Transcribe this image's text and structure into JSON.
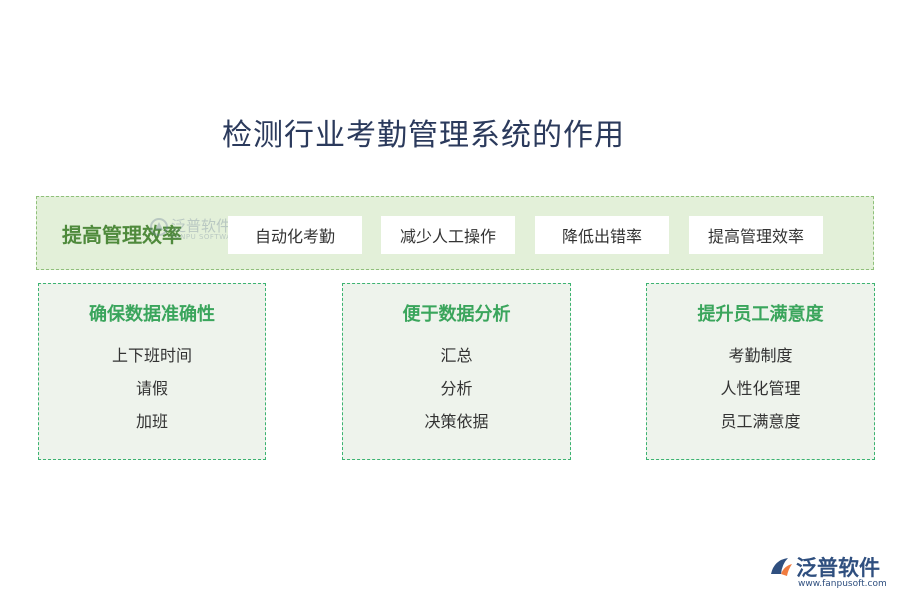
{
  "title": "检测行业考勤管理系统的作用",
  "top_band": {
    "label": "提高管理效率",
    "watermark": {
      "cn": "泛普软件",
      "en": "FANPU SOFTWARE"
    },
    "chips": [
      "自动化考勤",
      "减少人工操作",
      "降低出错率",
      "提高管理效率"
    ]
  },
  "boxes": [
    {
      "title": "确保数据准确性",
      "items": [
        "上下班时间",
        "请假",
        "加班"
      ]
    },
    {
      "title": "便于数据分析",
      "items": [
        "汇总",
        "分析",
        "决策依据"
      ]
    },
    {
      "title": "提升员工满意度",
      "items": [
        "考勤制度",
        "人性化管理",
        "员工满意度"
      ]
    }
  ],
  "logo": {
    "name": "泛普软件",
    "url": "www.fanpusoft.com",
    "icon": "fanpu-logo-icon"
  },
  "colors": {
    "title": "#2b3a5c",
    "band_bg": "#e3f0d9",
    "band_label": "#4f8a3c",
    "box_border": "#3cb371",
    "box_title": "#3aa55c",
    "box_bg": "#eef3ec",
    "logo": "#2f4f7f",
    "logo_accent": "#f07b3f"
  }
}
